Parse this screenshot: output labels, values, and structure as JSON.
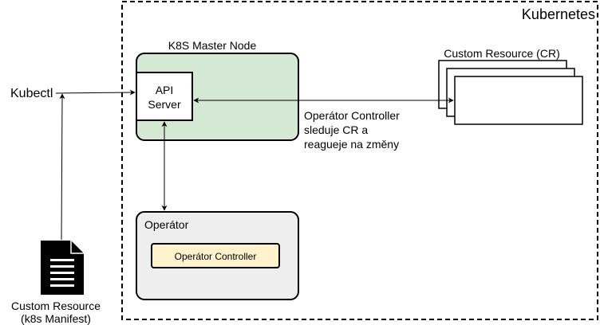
{
  "cluster": {
    "label": "Kubernetes"
  },
  "master_node": {
    "label": "K8S Master Node",
    "fill": "#d5e8d4"
  },
  "api_server": {
    "line1": "API",
    "line2": "Server"
  },
  "kubectl": {
    "label": "Kubectl"
  },
  "custom_resource": {
    "label": "Custom Resource (CR)"
  },
  "watch_note": {
    "line1": "Operátor Controller",
    "line2": "sleduje CR a",
    "line3": "reagueje na změny"
  },
  "operator": {
    "label": "Operátor",
    "fill": "#eeeeee"
  },
  "operator_controller": {
    "label": "Operátor Controller",
    "fill": "#fff2cc"
  },
  "manifest": {
    "line1": "Custom Resource",
    "line2": "(k8s Manifest)",
    "icon": "document-icon"
  }
}
